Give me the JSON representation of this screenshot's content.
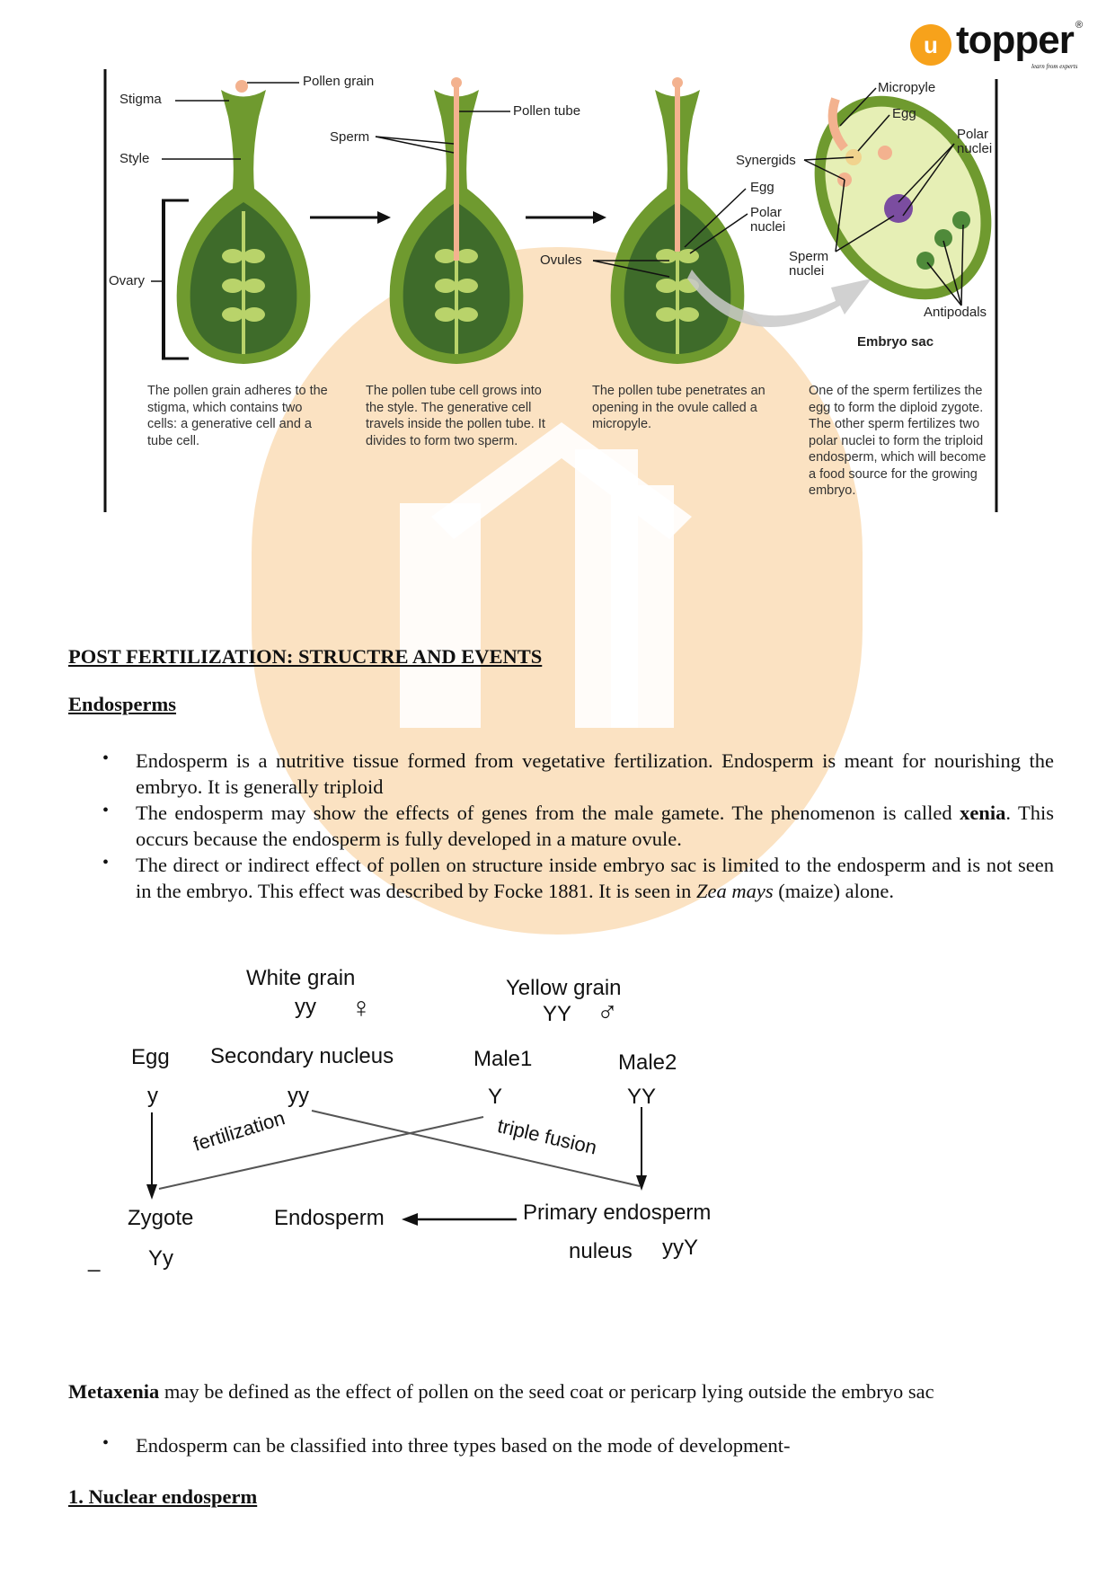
{
  "logo": {
    "text": "topper",
    "mark": "u",
    "tagline": "learn from experts",
    "registered": "®"
  },
  "diagram": {
    "labels": {
      "stigma": "Stigma",
      "pollen_grain": "Pollen grain",
      "style": "Style",
      "ovary": "Ovary",
      "sperm": "Sperm",
      "pollen_tube": "Pollen tube",
      "ovules": "Ovules",
      "synergids": "Synergids",
      "egg1": "Egg",
      "polar_nuclei1": "Polar\nnuclei",
      "micropyle": "Micropyle",
      "egg2": "Egg",
      "polar_nuclei2": "Polar\nnuclei",
      "sperm_nuclei": "Sperm\nnuclei",
      "antipodals": "Antipodals",
      "embryo_sac": "Embryo sac"
    },
    "captions": [
      "The pollen grain adheres to the stigma, which contains two cells: a generative cell and a tube cell.",
      "The pollen tube cell grows into the style. The generative cell travels inside the pollen tube. It divides to form two sperm.",
      "The pollen tube penetrates an opening in the ovule called a micropyle.",
      "One of the sperm fertilizes the egg to form the diploid zygote. The other sperm fertilizes two polar nuclei to form the triploid endosperm, which will become a food source for the growing embryo."
    ]
  },
  "section_title": "POST FERTILIZATION: STRUCTRE AND EVENTS",
  "subsection_title": "Endosperms",
  "bullets": [
    {
      "text": "Endosperm is a nutritive tissue formed from vegetative fertilization. Endosperm is meant for nourishing the embryo. It is generally triploid"
    },
    {
      "text_before": "The endosperm may show the effects of genes from the male gamete. The phenomenon is called ",
      "bold": "xenia",
      "text_after": ". This occurs because the endosperm is fully developed in a mature ovule."
    },
    {
      "text_before": "The direct or indirect effect of pollen on structure inside embryo sac is limited to the endosperm and is not seen in the embryo. This effect was described by Focke 1881. It is seen in ",
      "italic": "Zea mays",
      "text_after": " (maize) alone."
    }
  ],
  "cross": {
    "white_grain": "White grain",
    "white_genotype": "yy",
    "female_symbol": "♀",
    "yellow_grain": "Yellow grain",
    "yellow_genotype": "YY",
    "male_symbol": "♂",
    "egg": "Egg",
    "secondary_nucleus": "Secondary nucleus",
    "male1": "Male1",
    "male2": "Male2",
    "egg_g": "y",
    "secondary_g": "yy",
    "male1_g": "Y",
    "male2_g": "YY",
    "fertilization": "fertilization",
    "triple_fusion": "triple fusion",
    "zygote": "Zygote",
    "zygote_g": "Yy",
    "endosperm": "Endosperm",
    "primary_endosperm": "Primary endosperm",
    "nucleus": "nuleus",
    "primary_g": "yyY",
    "dash": "_"
  },
  "metaxenia": {
    "bold": "Metaxenia",
    "text": " may be defined as the effect of pollen on the seed coat or pericarp lying outside the embryo sac"
  },
  "bullet2": "Endosperm can be classified into three types based on the mode of development-",
  "nuclear_heading": "1. Nuclear endosperm",
  "colors": {
    "watermark": "#f9d8ad",
    "plant_dark": "#3e6b2a",
    "plant_mid": "#6f9a2f",
    "plant_light": "#b9d36a",
    "tube": "#f3b28f",
    "logo_orange": "#f7a21b"
  }
}
